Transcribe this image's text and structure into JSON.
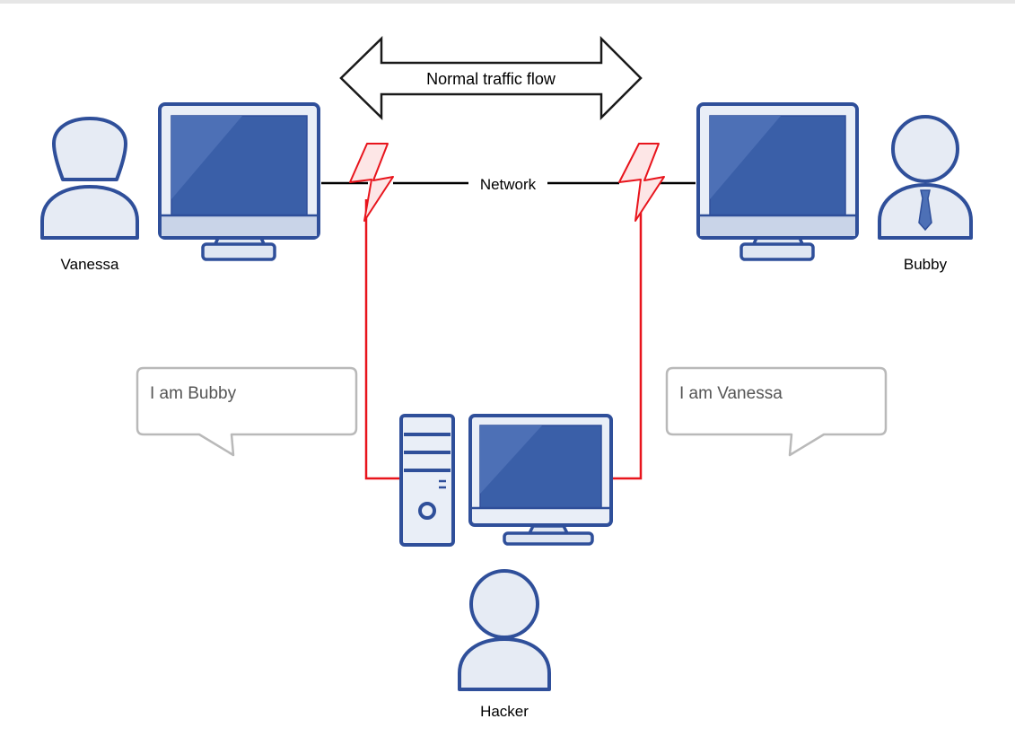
{
  "labels": {
    "traffic_flow": "Normal traffic flow",
    "network": "Network",
    "left_user": "Vanessa",
    "right_user": "Bubby",
    "attacker": "Hacker"
  },
  "bubbles": {
    "left": "I am Bubby",
    "right": "I am Vanessa"
  },
  "colors": {
    "device_stroke": "#2f4f9a",
    "screen_fill": "#3a5fa8",
    "screen_highlight": "#4d70b6",
    "device_fill": "#e9eef7",
    "stand_fill": "#dfe6f2",
    "person_fill": "#e6ebf4",
    "network_line": "#000000",
    "attack_line": "#e8141c",
    "bolt_fill": "#fde6e6",
    "bubble_stroke": "#b9b9b9"
  }
}
